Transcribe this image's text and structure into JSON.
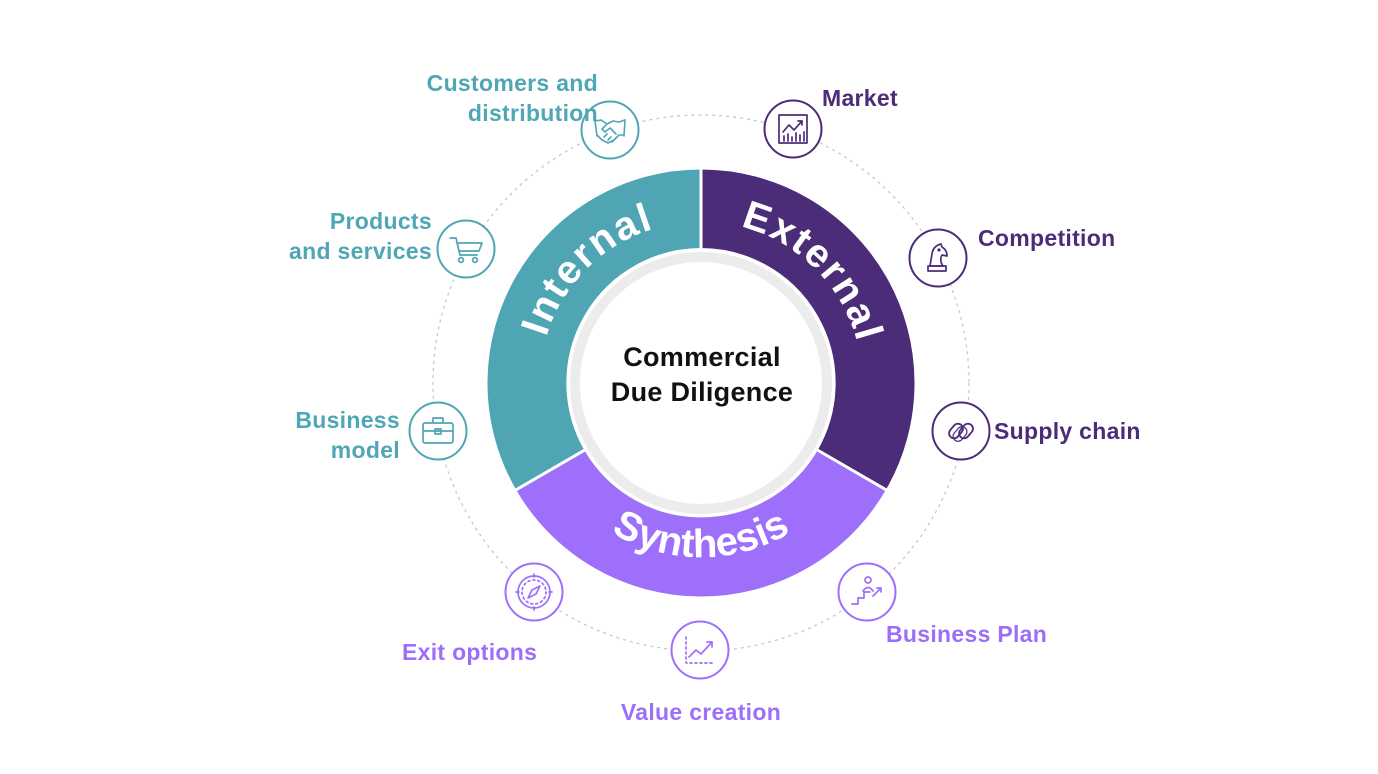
{
  "center": {
    "line1": "Commercial",
    "line2": "Due Diligence"
  },
  "segments": {
    "internal": {
      "label": "Internal",
      "color": "#50a5b5"
    },
    "external": {
      "label": "External",
      "color": "#4b2c79"
    },
    "synthesis": {
      "label": "Synthesis",
      "color": "#9e6ffa"
    }
  },
  "nodes": {
    "customers": {
      "line1": "Customers and",
      "line2": "distribution",
      "icon": "handshake-icon"
    },
    "products": {
      "line1": "Products",
      "line2": "and services",
      "icon": "shopping-cart-icon"
    },
    "business_model": {
      "line1": "Business",
      "line2": "model",
      "icon": "briefcase-icon"
    },
    "market": {
      "label": "Market",
      "icon": "market-chart-icon"
    },
    "competition": {
      "label": "Competition",
      "icon": "chess-knight-icon"
    },
    "supply_chain": {
      "label": "Supply chain",
      "icon": "chain-link-icon"
    },
    "business_plan": {
      "label": "Business Plan",
      "icon": "growth-steps-icon"
    },
    "value_creation": {
      "label": "Value creation",
      "icon": "trend-up-icon"
    },
    "exit_options": {
      "label": "Exit options",
      "icon": "compass-icon"
    }
  },
  "colors": {
    "teal": "#50a5b5",
    "dark_purple": "#4b2c79",
    "light_purple": "#9e6ffa",
    "ring_gray": "#ececec"
  }
}
